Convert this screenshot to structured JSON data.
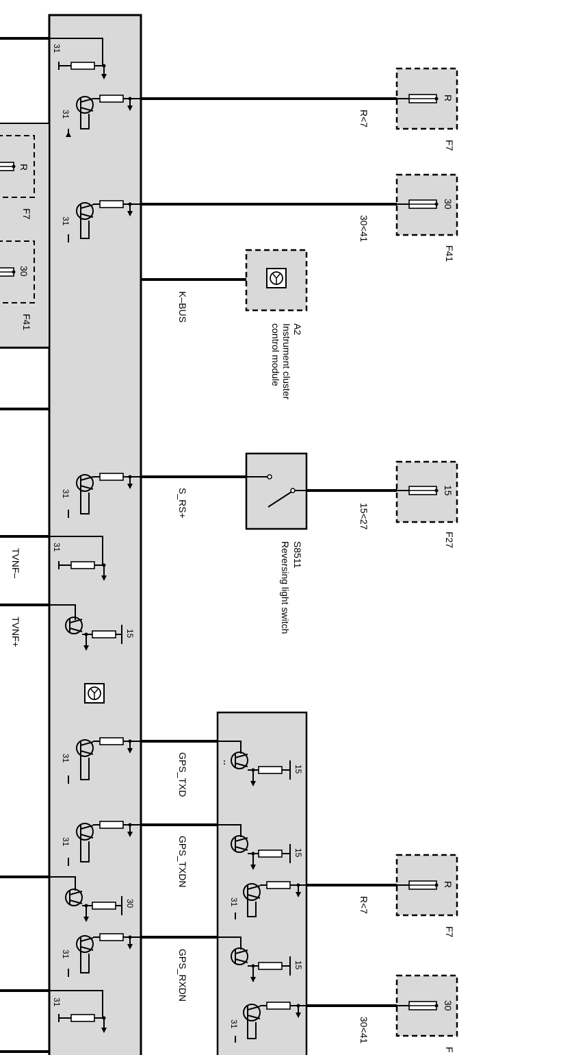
{
  "colors": {
    "fill": "#d9d9d9",
    "wire": "#000000",
    "background": "#ffffff"
  },
  "icons": {
    "transistor": "transistor-icon",
    "resistor": "resistor-icon",
    "ground": "ground-arrow-icon",
    "fuse": "fuse-icon",
    "bus_module": "bus-module-icon",
    "switch": "switch-icon"
  },
  "left_fuses": [
    {
      "terminal": "R",
      "name": "F7"
    },
    {
      "terminal": "30",
      "name": "F41"
    }
  ],
  "right_fuses": [
    {
      "terminal": "R",
      "name": "F7"
    },
    {
      "terminal": "30",
      "name": "F41"
    },
    {
      "terminal": "15",
      "name": "F27"
    },
    {
      "terminal": "R",
      "name": "F7"
    },
    {
      "terminal": "30",
      "name": "F"
    }
  ],
  "wires": {
    "r7_top": "R<7",
    "w30_41_top": "30<41",
    "k_bus": "K–BUS",
    "s_rs": "S_RS+",
    "w15_27": "15<27",
    "tvnf_minus": "TVNF–",
    "tvnf_plus": "TVNF+",
    "gps_txd": "GPS_TXD",
    "gps_txdn": "GPS_TXDN",
    "gps_rxdn": "GPS_RXDN",
    "r7_bottom": "R<7",
    "w30_41_bottom": "30<41"
  },
  "components": {
    "a2": {
      "id": "A2",
      "line1": "Instrument cluster",
      "line2": "control module"
    },
    "s8511": {
      "id": "S8511",
      "name": "Reversing light switch"
    }
  },
  "pin_labels": {
    "p31a": "31",
    "p31b": "31",
    "p31c": "31",
    "p31d": "31",
    "p31e": "31",
    "p31f": "31",
    "p31g": "31",
    "p31h": "31",
    "p31i": "31",
    "p31j": "31",
    "p31k": "31",
    "p15a": "15",
    "p30a": "30",
    "p15b": "15",
    "p15c": "15",
    "p15d": "15"
  }
}
